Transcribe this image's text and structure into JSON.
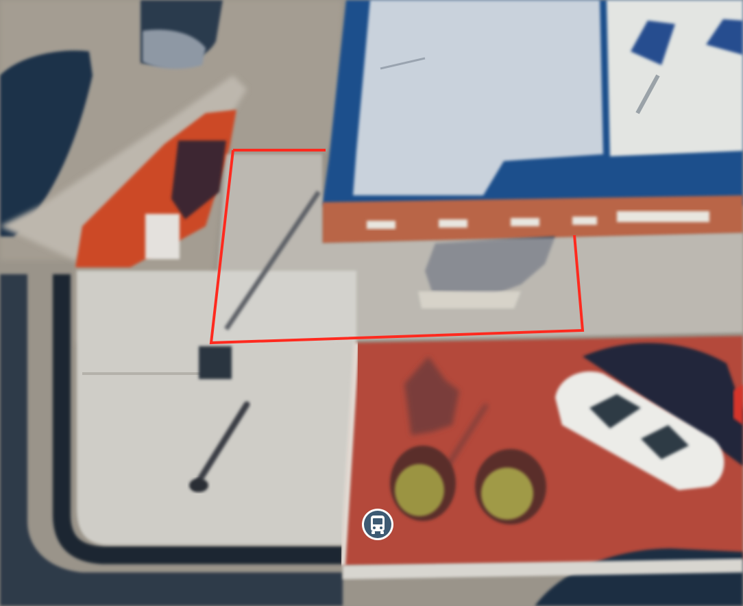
{
  "map": {
    "view": "satellite",
    "colors": {
      "highlight_outline": "#ff2a1f",
      "transit_marker_fill": "#3d5a73",
      "transit_marker_ring": "#ffffff",
      "brick_plaza": "#b4483a",
      "roof": "#c9d2dc",
      "roof_trim": "#1f4f8c",
      "sidewalk": "#d4d3cd",
      "parking_lot": "#9a948a",
      "asphalt_road": "#1e2e42",
      "red_painted_curb": "#cc4a28"
    },
    "markers": [
      {
        "type": "transit-stop",
        "icon": "bus-icon"
      }
    ],
    "overlays": [
      {
        "type": "selected-area-outline"
      }
    ]
  }
}
